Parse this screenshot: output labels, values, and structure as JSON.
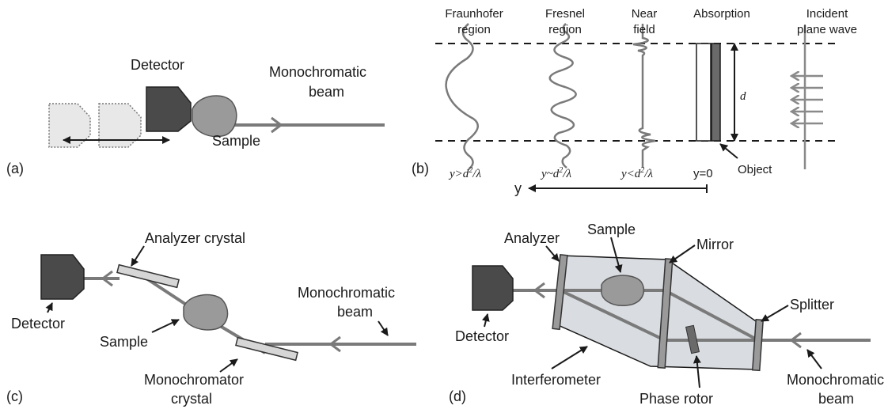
{
  "colors": {
    "dark": "#4a4a4a",
    "mid": "#9a9a9a",
    "light": "#d6d6d6",
    "beam": "#7a7a7a",
    "panel": "#d9dce0"
  },
  "panel_a": {
    "tag": "(a)",
    "detector": "Detector",
    "sample": "Sample",
    "beam_line1": "Monochromatic",
    "beam_line2": "beam"
  },
  "panel_b": {
    "tag": "(b)",
    "regions": [
      {
        "line1": "Fraunhofer",
        "line2": "region",
        "cond_a": "y>d",
        "cond_b": "/λ"
      },
      {
        "line1": "Fresnel",
        "line2": "region",
        "cond_a": "y~d",
        "cond_b": "/λ"
      },
      {
        "line1": "Near",
        "line2": "field",
        "cond_a": "y<d",
        "cond_b": "/λ"
      }
    ],
    "absorption": "Absorption",
    "incident_line1": "Incident",
    "incident_line2": "plane wave",
    "d_label": "d",
    "object_label": "Object",
    "y0_label": "y=0",
    "y_axis": "y",
    "exp": "2"
  },
  "panel_c": {
    "tag": "(c)",
    "analyzer": "Analyzer crystal",
    "detector": "Detector",
    "sample": "Sample",
    "mono_line1": "Monochromator",
    "mono_line2": "crystal",
    "beam_line1": "Monochromatic",
    "beam_line2": "beam"
  },
  "panel_d": {
    "tag": "(d)",
    "analyzer": "Analyzer",
    "sample": "Sample",
    "mirror": "Mirror",
    "splitter": "Splitter",
    "detector": "Detector",
    "interferometer": "Interferometer",
    "phase_rotor": "Phase rotor",
    "beam_line1": "Monochromatic",
    "beam_line2": "beam"
  }
}
